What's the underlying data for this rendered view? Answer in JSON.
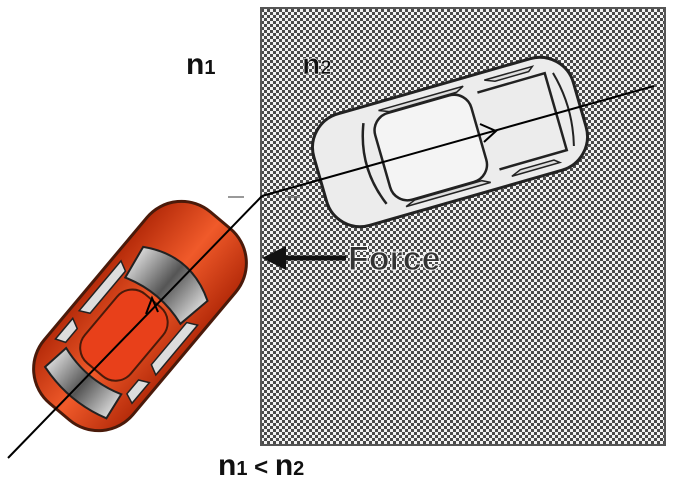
{
  "labels": {
    "n1": {
      "base": "n",
      "sub": "1"
    },
    "n2": {
      "base": "n",
      "sub": "2"
    },
    "force": "Force",
    "relation": {
      "left_base": "n",
      "left_sub": "1",
      "op": " < ",
      "right_base": "n",
      "right_sub": "2"
    }
  },
  "colors": {
    "medium_fill": "#8a8a8a",
    "medium_border": "#555555",
    "car_outside": "#e8401a",
    "car_outside_dark": "#b52b0a",
    "car_inside": "#e6e6e6",
    "force_arrow": "#111111",
    "ray": "#000000"
  },
  "icons": {
    "car_outside": "red-car-icon",
    "car_inside": "white-car-icon",
    "force_arrow": "left-arrow-icon"
  }
}
